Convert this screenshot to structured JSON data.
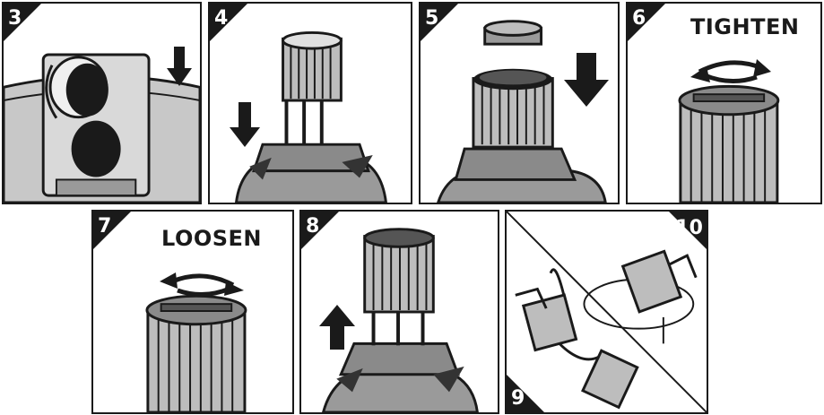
{
  "steps": [
    {
      "number": "3",
      "caption": ""
    },
    {
      "number": "4",
      "caption": ""
    },
    {
      "number": "5",
      "caption": ""
    },
    {
      "number": "6",
      "caption": "TIGHTEN"
    },
    {
      "number": "7",
      "caption": "LOOSEN"
    },
    {
      "number": "8",
      "caption": ""
    },
    {
      "number": "9",
      "caption": ""
    },
    {
      "number": "10",
      "caption": ""
    }
  ],
  "colors": {
    "ink": "#1a1a1a",
    "filter_gray": "#8a8a8a",
    "body_gray": "#9a9a9a",
    "light_gray": "#d6d6d6"
  },
  "icons": [
    "down-arrow-icon",
    "up-arrow-icon",
    "rotate-arrow-icon"
  ]
}
